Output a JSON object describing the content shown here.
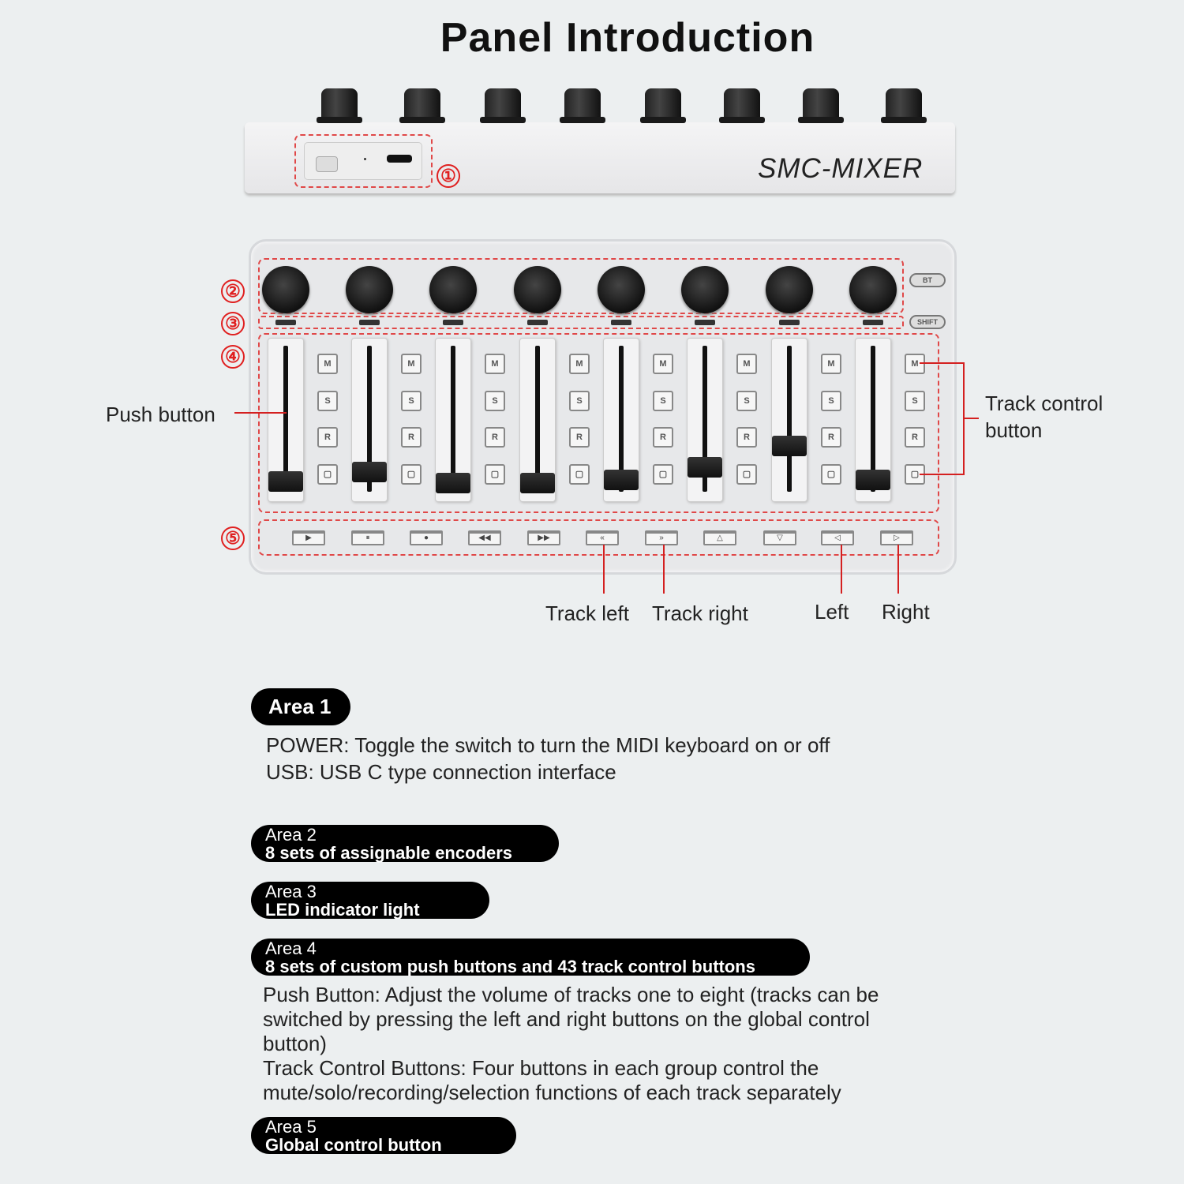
{
  "title": "Panel Introduction",
  "device": {
    "brand": "SMC-MIXER",
    "bt_label": "BT",
    "shift_label": "SHIFT",
    "track_buttons": [
      "M",
      "S",
      "R",
      "▢"
    ],
    "transport_buttons": [
      {
        "icon": "play-icon",
        "glyph": "▶"
      },
      {
        "icon": "pause-icon",
        "glyph": "⏸"
      },
      {
        "icon": "record-icon",
        "glyph": "●"
      },
      {
        "icon": "rewind-icon",
        "glyph": "◀◀"
      },
      {
        "icon": "fast-forward-icon",
        "glyph": "▶▶"
      },
      {
        "icon": "track-left-icon",
        "glyph": "«"
      },
      {
        "icon": "track-right-icon",
        "glyph": "»"
      },
      {
        "icon": "up-icon",
        "glyph": "△"
      },
      {
        "icon": "down-icon",
        "glyph": "▽"
      },
      {
        "icon": "left-icon",
        "glyph": "◁"
      },
      {
        "icon": "right-icon",
        "glyph": "▷"
      }
    ]
  },
  "markers": [
    "①",
    "②",
    "③",
    "④",
    "⑤"
  ],
  "callouts": {
    "push_button": "Push button",
    "track_control_1": "Track control",
    "track_control_2": "button",
    "track_left": "Track left",
    "track_right": "Track right",
    "left": "Left",
    "right": "Right"
  },
  "areas": [
    {
      "title": "Area 1",
      "lines": [
        "POWER: Toggle the switch to turn the MIDI keyboard on or off",
        "USB: USB C type connection interface"
      ]
    },
    {
      "title": "Area 2",
      "subtitle": "8 sets of assignable encoders"
    },
    {
      "title": "Area 3",
      "subtitle": "LED indicator light"
    },
    {
      "title": "Area 4",
      "subtitle": "8 sets of custom push buttons and 43 track control buttons",
      "lines": [
        "Push Button: Adjust the volume of tracks one to eight (tracks can be",
        "switched by pressing the left and right buttons on the global control",
        "button)",
        "Track Control Buttons: Four buttons in each group control the",
        "mute/solo/recording/selection functions of each track separately"
      ]
    },
    {
      "title": "Area 5",
      "subtitle": "Global control button"
    }
  ],
  "colors": {
    "accent": "#d42020",
    "background": "#eceff0"
  }
}
